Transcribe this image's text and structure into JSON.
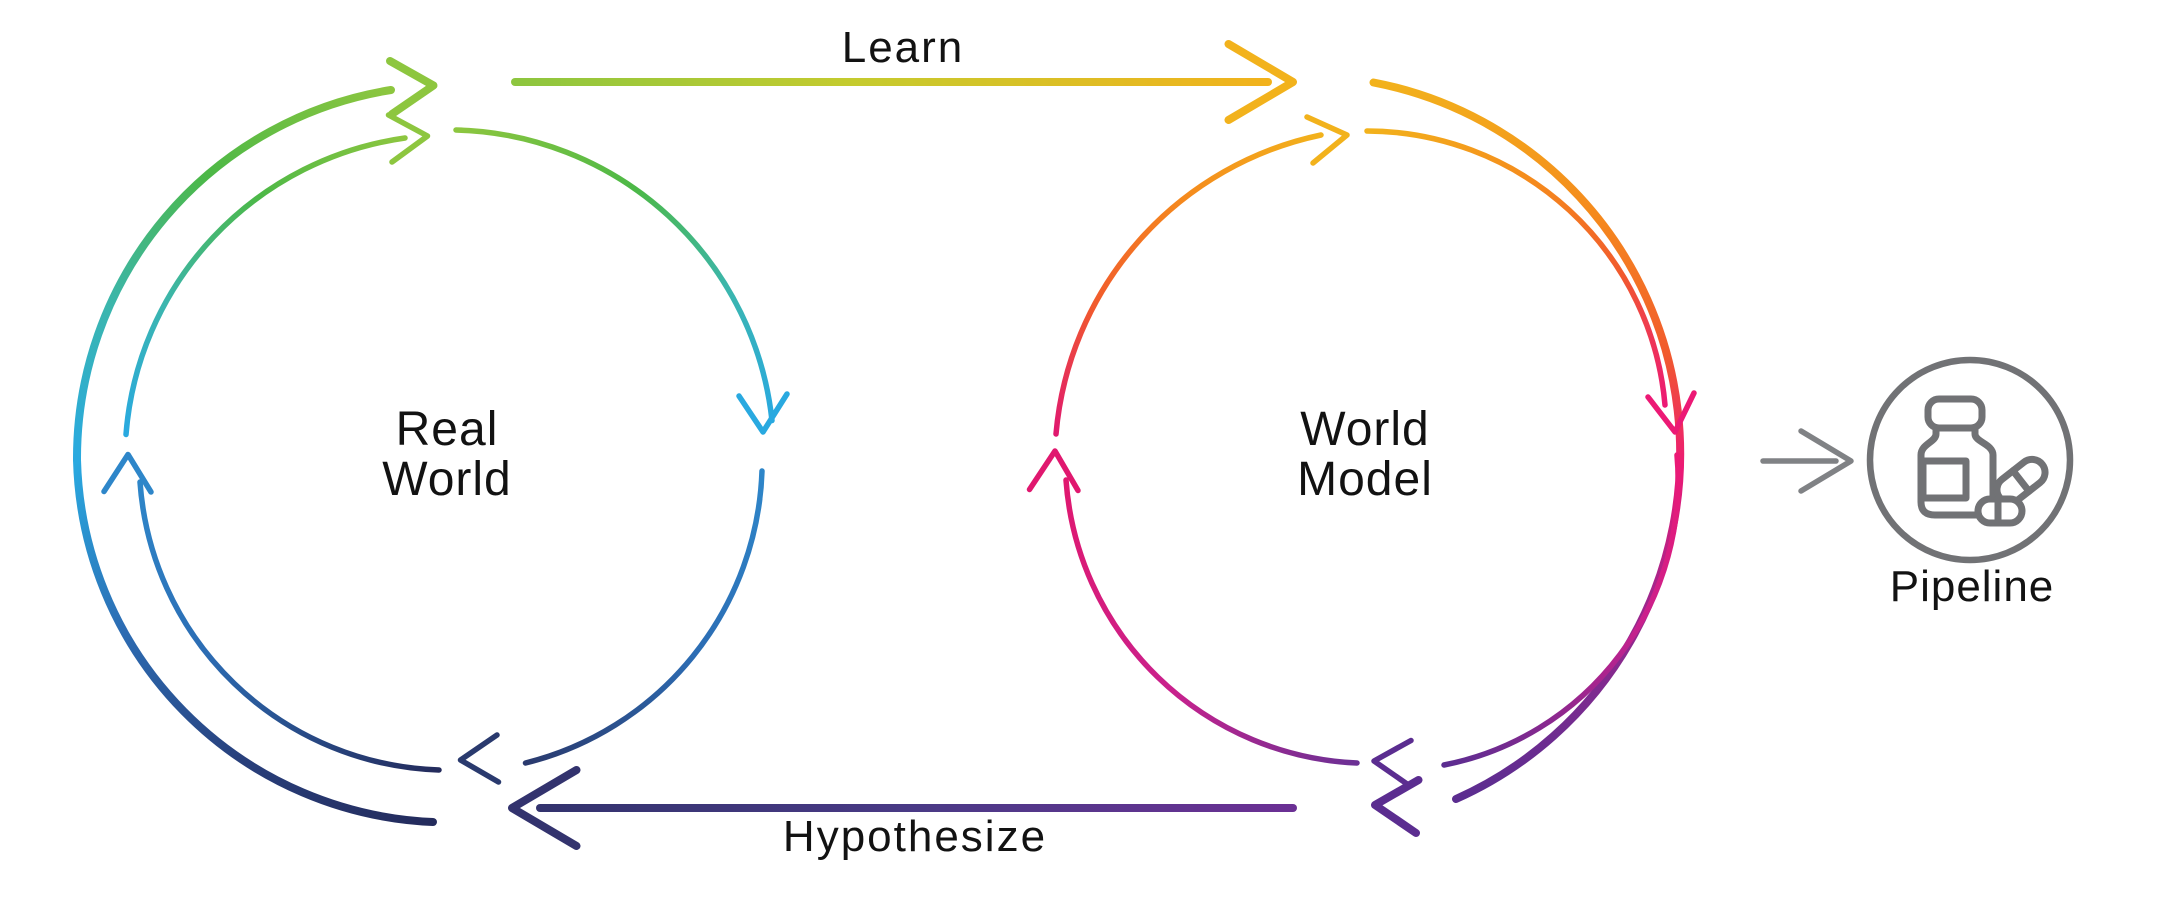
{
  "diagram": {
    "nodes": {
      "real_world": {
        "line1": "Real",
        "line2": "World"
      },
      "world_model": {
        "line1": "World",
        "line2": "Model"
      },
      "pipeline": {
        "label": "Pipeline"
      }
    },
    "arrows": {
      "learn": {
        "label": "Learn",
        "from": "real_world",
        "to": "world_model"
      },
      "hypothesize": {
        "label": "Hypothesize",
        "from": "world_model",
        "to": "real_world"
      },
      "to_pipeline": {
        "label": "",
        "from": "world_model",
        "to": "pipeline"
      }
    },
    "palette": {
      "navy": "#242B5C",
      "blueNavy": "#283F7B",
      "blue": "#2C6CB3",
      "skyBlue": "#2E86C9",
      "cyan": "#29A9E0",
      "teal": "#3BB6AE",
      "green": "#4CB847",
      "lime": "#8DC63F",
      "yellowGreen": "#C5CB2E",
      "gold": "#F2B21C",
      "orange": "#F5891D",
      "redOrange": "#F15A2D",
      "pink": "#EC1975",
      "rose": "#E0186F",
      "magenta": "#C9218D",
      "magentaPurple": "#A1268C",
      "purple": "#7C2B8F",
      "deepPurple": "#5B2D90",
      "violet": "#6B3094",
      "purpleIndigo": "#4A3A86",
      "indigo": "#33336E",
      "slateNavy": "#2A3A6E",
      "gray": "#808285",
      "grayDark": "#717275",
      "ink": "#121212"
    }
  }
}
